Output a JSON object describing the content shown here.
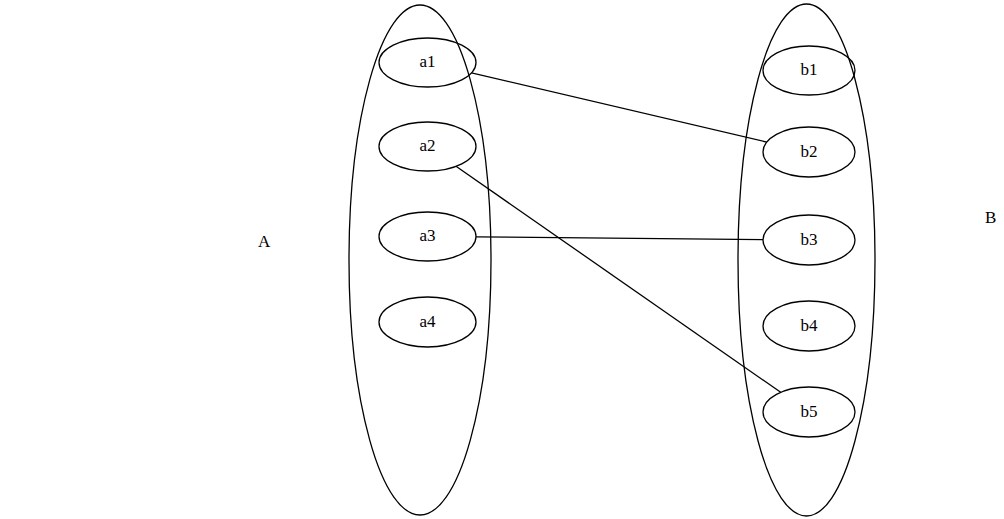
{
  "diagram": {
    "nodes": [
      {
        "text": [
          "A"
        ]
      },
      {
        "text": [
          "a1"
        ],
        "in": 0
      },
      {
        "text": [
          "a2"
        ],
        "in": 0
      },
      {
        "text": [
          "a3"
        ],
        "in": 0
      },
      {
        "text": [
          "a4"
        ],
        "in": 0
      },
      {
        "text": [
          "B"
        ]
      },
      {
        "text": [
          "b1"
        ],
        "in": 5
      },
      {
        "text": [
          "b2"
        ],
        "in": 5
      },
      {
        "text": [
          "b3"
        ],
        "in": 5
      },
      {
        "text": [
          "b4"
        ],
        "in": 5
      },
      {
        "text": [
          "b5"
        ],
        "in": 5
      }
    ],
    "edges": [
      {
        "from": 1,
        "to": 7,
        "arrow": "none"
      },
      {
        "from": 2,
        "to": 10,
        "arrow": "none"
      },
      {
        "from": 3,
        "to": 8,
        "arrow": "none"
      }
    ]
  }
}
